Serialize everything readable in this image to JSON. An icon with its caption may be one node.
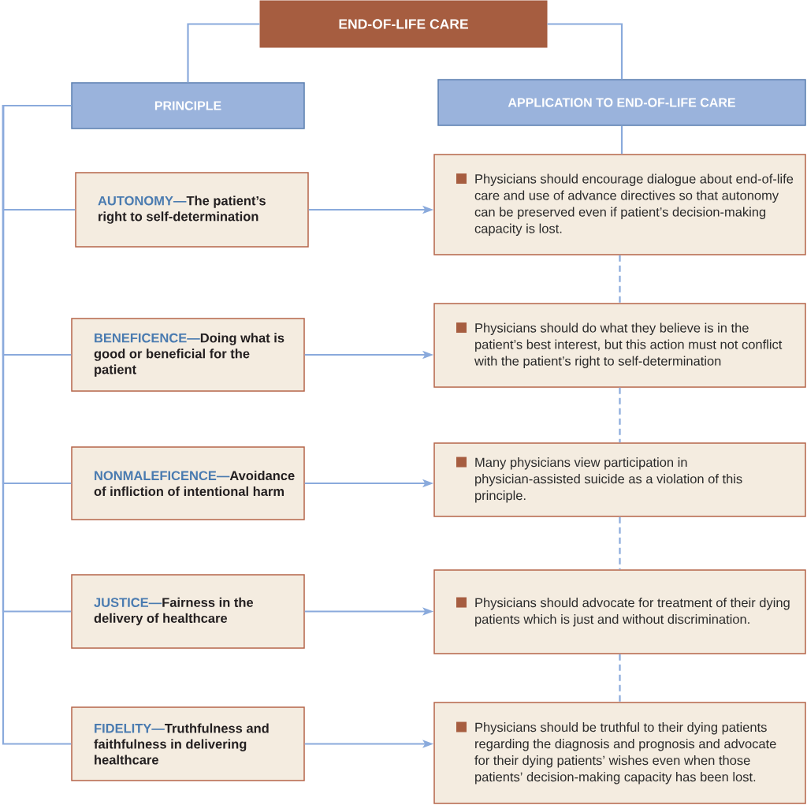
{
  "diagram": {
    "nodes": [
      {
        "text": [
          "END-OF-LIFE CARE"
        ]
      },
      {
        "text": [
          "PRINCIPLE"
        ]
      },
      {
        "text": [
          "APPLICATION TO END-OF-LIFE CARE"
        ]
      },
      {
        "text": [
          "AUTONOMY—",
          "The patient’s right to self-determination"
        ]
      },
      {
        "text": [
          "Physicians should encourage dialogue about end-of-life care and use of advance directives so that autonomy can be preserved even if patient’s decision-making capacity is lost."
        ]
      },
      {
        "text": [
          "BENEFICENCE—",
          "Doing what is good or beneficial for the patient"
        ]
      },
      {
        "text": [
          "Physicians should do what they believe is in the patient’s best interest, but this action must not conflict with the patient’s right to self-determination"
        ]
      },
      {
        "text": [
          "NONMALEFICENCE—",
          "Avoidance of infliction of intentional harm"
        ]
      },
      {
        "text": [
          "Many physicians view participation in physician-assisted suicide as a violation of this principle."
        ]
      },
      {
        "text": [
          "JUSTICE—",
          "Fairness in the delivery of healthcare"
        ]
      },
      {
        "text": [
          "Physicians should advocate for treatment of their dying patients which is just and without discrimination."
        ]
      },
      {
        "text": [
          "FIDELITY—",
          "Truthfulness and faithfulness in delivering healthcare"
        ]
      },
      {
        "text": [
          "Physicians should be truthful to their dying patients regarding the diagnosis and prognosis and advocate for their dying patients’ wishes even when those patients’ decision-making capacity has been lost."
        ]
      }
    ],
    "edges": [
      {
        "from": 0,
        "to": 1,
        "arrow": "none"
      },
      {
        "from": 0,
        "to": 2,
        "arrow": "none"
      },
      {
        "from": 1,
        "to": 3,
        "arrow": "none"
      },
      {
        "from": 1,
        "to": 5,
        "arrow": "none"
      },
      {
        "from": 1,
        "to": 7,
        "arrow": "none"
      },
      {
        "from": 1,
        "to": 9,
        "arrow": "none"
      },
      {
        "from": 1,
        "to": 11,
        "arrow": "none"
      },
      {
        "from": 2,
        "to": 4,
        "arrow": "none"
      },
      {
        "from": 3,
        "to": 4,
        "arrow": "to"
      },
      {
        "from": 5,
        "to": 6,
        "arrow": "to"
      },
      {
        "from": 7,
        "to": 8,
        "arrow": "to"
      },
      {
        "from": 9,
        "to": 10,
        "arrow": "to"
      },
      {
        "from": 11,
        "to": 12,
        "arrow": "to"
      },
      {
        "from": 4,
        "to": 6,
        "arrow": "none",
        "style": "dashed"
      },
      {
        "from": 6,
        "to": 8,
        "arrow": "none",
        "style": "dashed"
      },
      {
        "from": 8,
        "to": 10,
        "arrow": "none",
        "style": "dashed"
      },
      {
        "from": 10,
        "to": 12,
        "arrow": "none",
        "style": "dashed"
      }
    ]
  }
}
